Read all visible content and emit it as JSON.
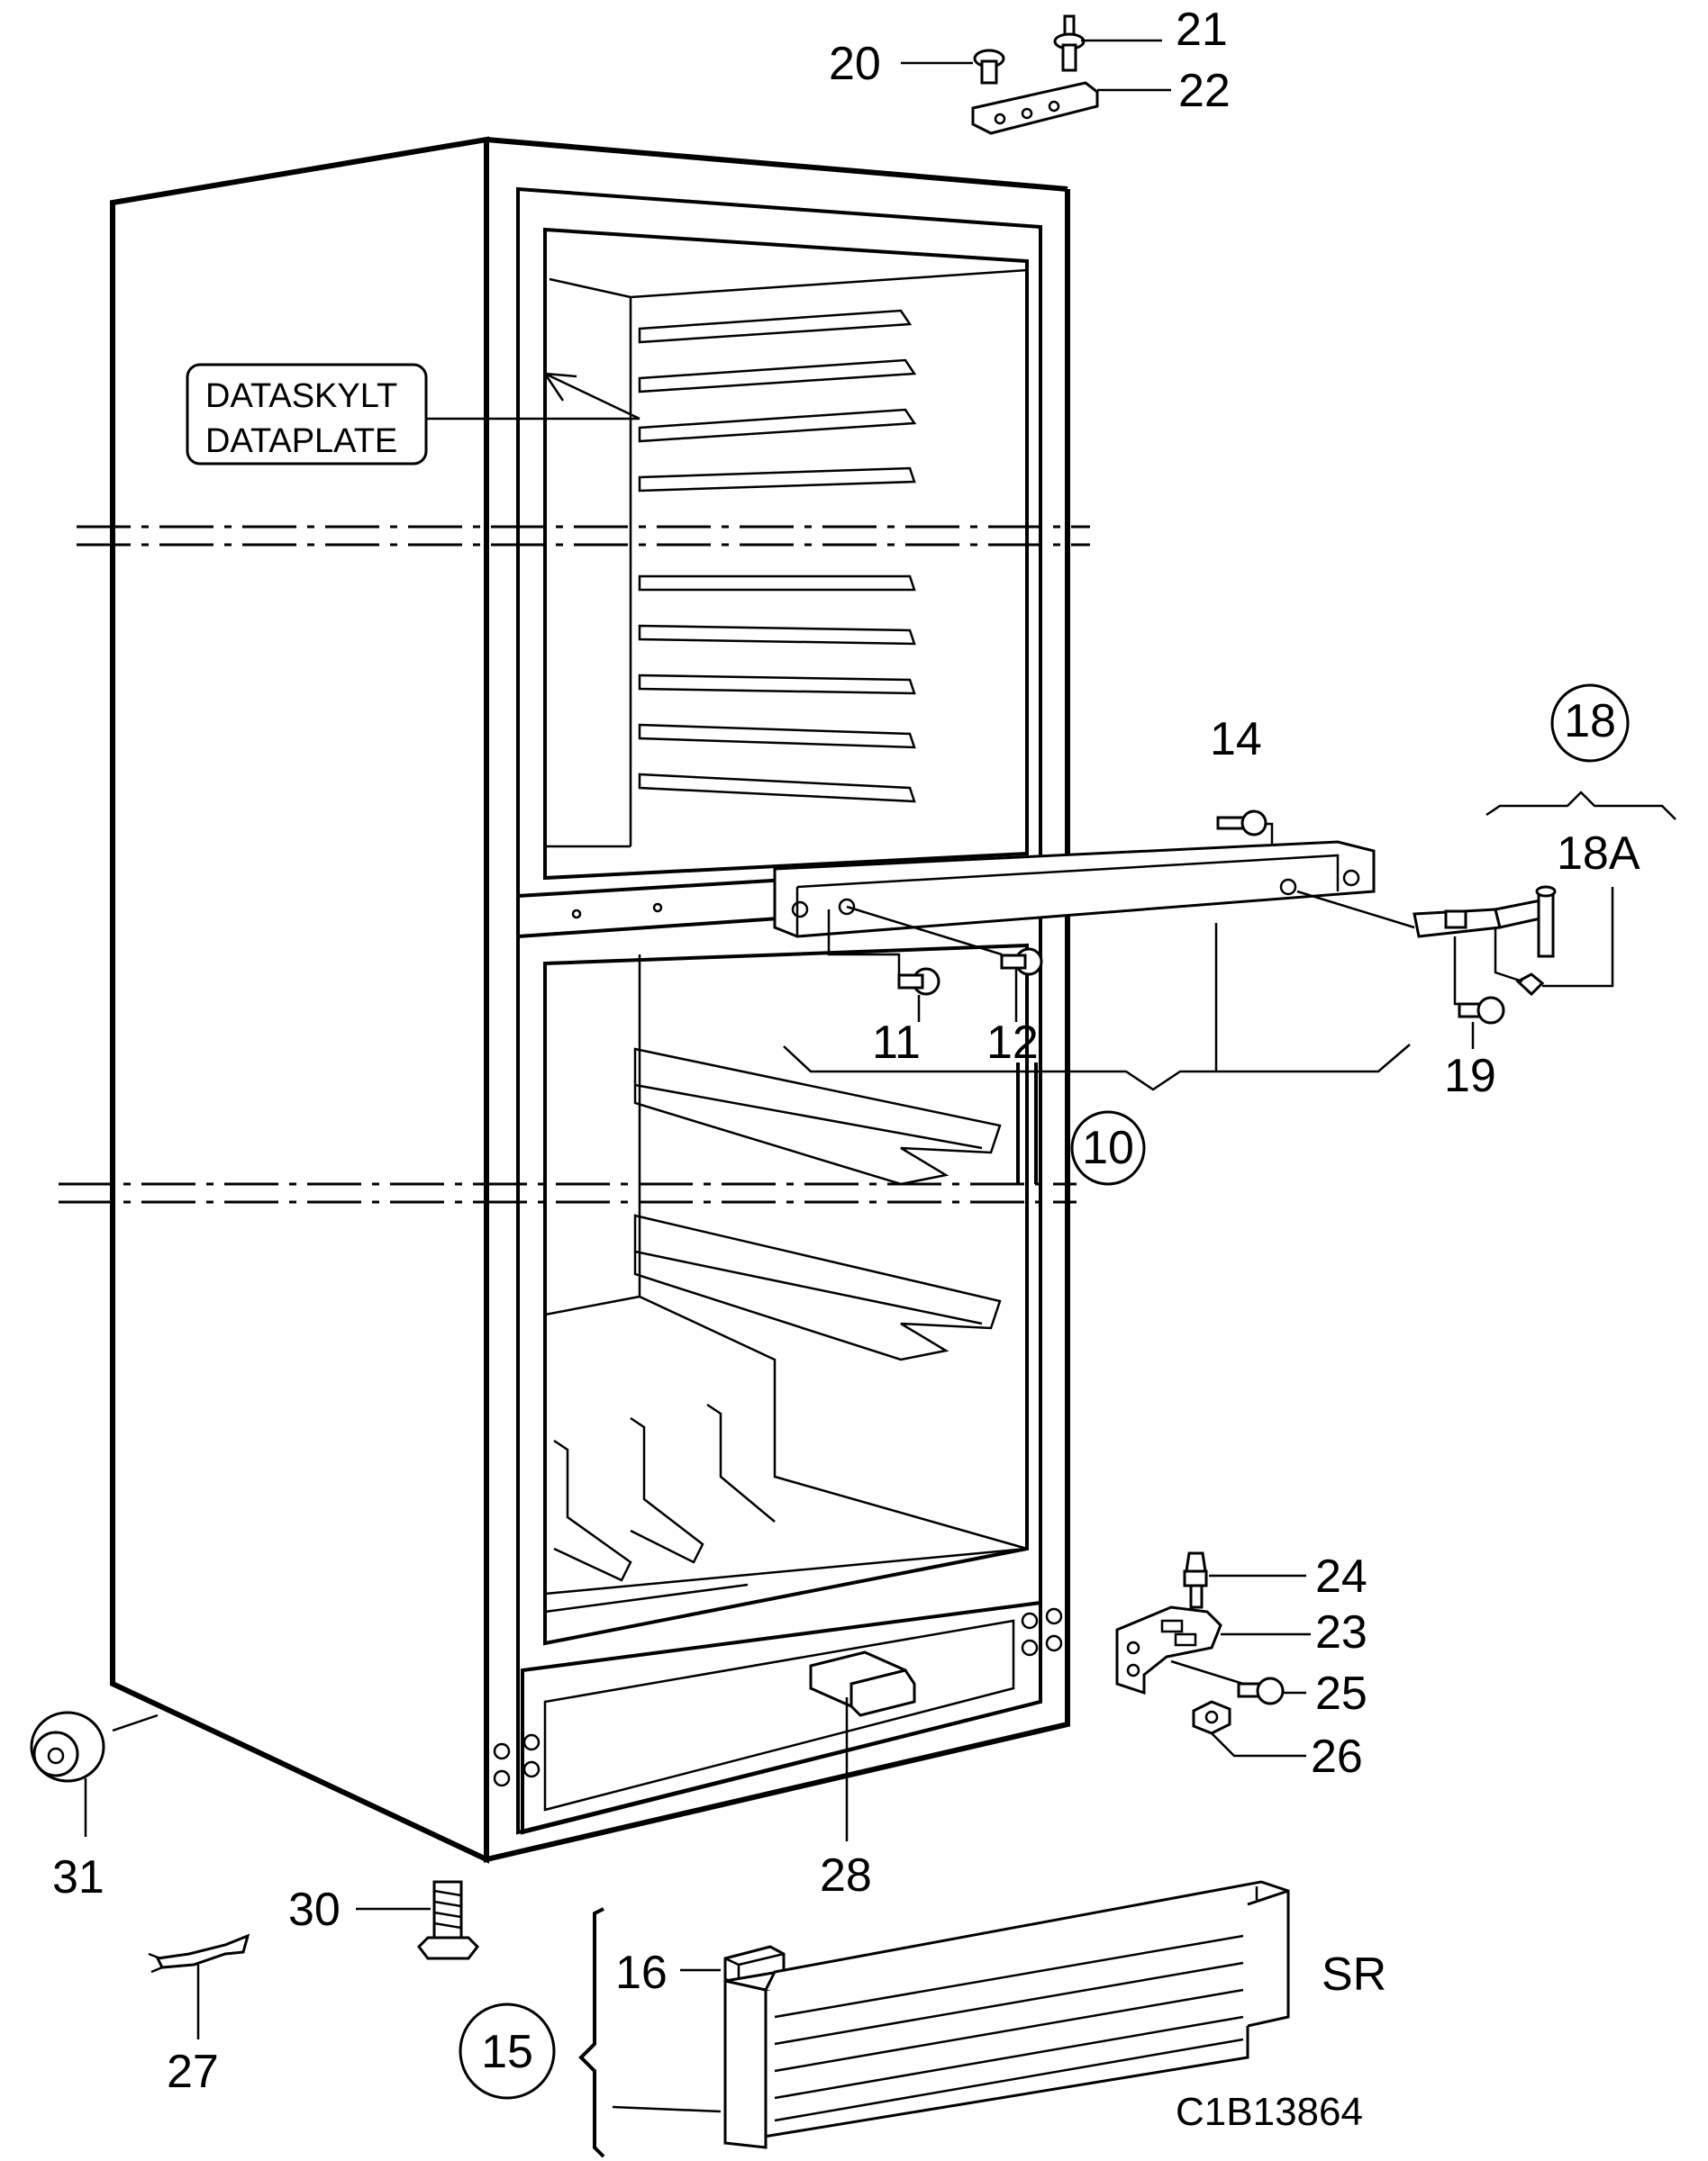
{
  "data_plate": {
    "line1": "DATASKYLT",
    "line2": "DATAPLATE"
  },
  "drawing_code": "C1B13864",
  "variant_mark": "SR",
  "callouts": {
    "n10": "10",
    "n11": "11",
    "n12": "12",
    "n14": "14",
    "n15": "15",
    "n16": "16",
    "n18": "18",
    "n18a": "18A",
    "n19": "19",
    "n20": "20",
    "n21": "21",
    "n22": "22",
    "n23": "23",
    "n24": "24",
    "n25": "25",
    "n26": "26",
    "n27": "27",
    "n28": "28",
    "n30": "30",
    "n31": "31"
  }
}
